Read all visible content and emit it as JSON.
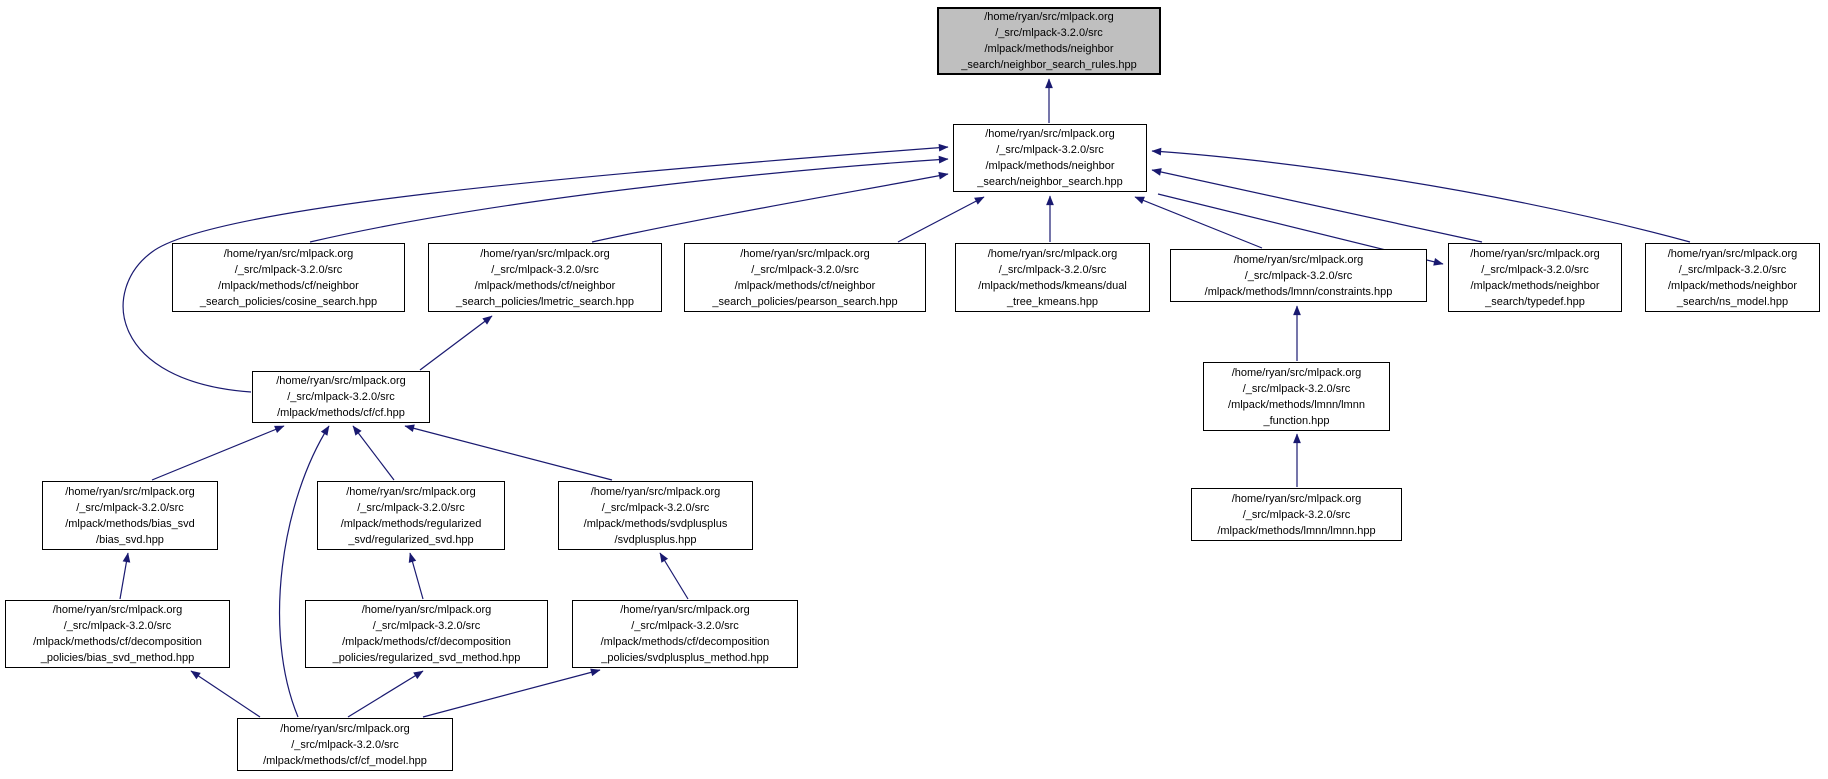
{
  "diagram": {
    "type": "include-dependency-graph",
    "edge_color": "#191970",
    "node_border_color": "#000000",
    "node_fill": "#ffffff",
    "highlighted_node_fill": "#bfbfbf",
    "background": "#ffffff"
  },
  "nodes": {
    "rules": {
      "lines": [
        "/home/ryan/src/mlpack.org",
        "/_src/mlpack-3.2.0/src",
        "/mlpack/methods/neighbor",
        "_search/neighbor_search_rules.hpp"
      ],
      "highlighted": true
    },
    "ns": {
      "lines": [
        "/home/ryan/src/mlpack.org",
        "/_src/mlpack-3.2.0/src",
        "/mlpack/methods/neighbor",
        "_search/neighbor_search.hpp"
      ]
    },
    "cosine": {
      "lines": [
        "/home/ryan/src/mlpack.org",
        "/_src/mlpack-3.2.0/src",
        "/mlpack/methods/cf/neighbor",
        "_search_policies/cosine_search.hpp"
      ]
    },
    "lmetric": {
      "lines": [
        "/home/ryan/src/mlpack.org",
        "/_src/mlpack-3.2.0/src",
        "/mlpack/methods/cf/neighbor",
        "_search_policies/lmetric_search.hpp"
      ]
    },
    "pearson": {
      "lines": [
        "/home/ryan/src/mlpack.org",
        "/_src/mlpack-3.2.0/src",
        "/mlpack/methods/cf/neighbor",
        "_search_policies/pearson_search.hpp"
      ]
    },
    "kmeans": {
      "lines": [
        "/home/ryan/src/mlpack.org",
        "/_src/mlpack-3.2.0/src",
        "/mlpack/methods/kmeans/dual",
        "_tree_kmeans.hpp"
      ]
    },
    "constraints": {
      "lines": [
        "/home/ryan/src/mlpack.org",
        "/_src/mlpack-3.2.0/src",
        "/mlpack/methods/lmnn/constraints.hpp"
      ]
    },
    "typedef": {
      "lines": [
        "/home/ryan/src/mlpack.org",
        "/_src/mlpack-3.2.0/src",
        "/mlpack/methods/neighbor",
        "_search/typedef.hpp"
      ]
    },
    "nsmodel": {
      "lines": [
        "/home/ryan/src/mlpack.org",
        "/_src/mlpack-3.2.0/src",
        "/mlpack/methods/neighbor",
        "_search/ns_model.hpp"
      ]
    },
    "cf": {
      "lines": [
        "/home/ryan/src/mlpack.org",
        "/_src/mlpack-3.2.0/src",
        "/mlpack/methods/cf/cf.hpp"
      ]
    },
    "lmnnfn": {
      "lines": [
        "/home/ryan/src/mlpack.org",
        "/_src/mlpack-3.2.0/src",
        "/mlpack/methods/lmnn/lmnn",
        "_function.hpp"
      ]
    },
    "lmnn": {
      "lines": [
        "/home/ryan/src/mlpack.org",
        "/_src/mlpack-3.2.0/src",
        "/mlpack/methods/lmnn/lmnn.hpp"
      ]
    },
    "biassvd": {
      "lines": [
        "/home/ryan/src/mlpack.org",
        "/_src/mlpack-3.2.0/src",
        "/mlpack/methods/bias_svd",
        "/bias_svd.hpp"
      ]
    },
    "regsvd": {
      "lines": [
        "/home/ryan/src/mlpack.org",
        "/_src/mlpack-3.2.0/src",
        "/mlpack/methods/regularized",
        "_svd/regularized_svd.hpp"
      ]
    },
    "svdpp": {
      "lines": [
        "/home/ryan/src/mlpack.org",
        "/_src/mlpack-3.2.0/src",
        "/mlpack/methods/svdplusplus",
        "/svdplusplus.hpp"
      ]
    },
    "biasmethod": {
      "lines": [
        "/home/ryan/src/mlpack.org",
        "/_src/mlpack-3.2.0/src",
        "/mlpack/methods/cf/decomposition",
        "_policies/bias_svd_method.hpp"
      ]
    },
    "regmethod": {
      "lines": [
        "/home/ryan/src/mlpack.org",
        "/_src/mlpack-3.2.0/src",
        "/mlpack/methods/cf/decomposition",
        "_policies/regularized_svd_method.hpp"
      ]
    },
    "svdppmethod": {
      "lines": [
        "/home/ryan/src/mlpack.org",
        "/_src/mlpack-3.2.0/src",
        "/mlpack/methods/cf/decomposition",
        "_policies/svdplusplus_method.hpp"
      ]
    },
    "cfmodel": {
      "lines": [
        "/home/ryan/src/mlpack.org",
        "/_src/mlpack-3.2.0/src",
        "/mlpack/methods/cf/cf_model.hpp"
      ]
    }
  },
  "edges": [
    {
      "from": "ns",
      "to": "rules"
    },
    {
      "from": "cosine",
      "to": "ns"
    },
    {
      "from": "lmetric",
      "to": "ns"
    },
    {
      "from": "pearson",
      "to": "ns"
    },
    {
      "from": "kmeans",
      "to": "ns"
    },
    {
      "from": "constraints",
      "to": "ns"
    },
    {
      "from": "typedef",
      "to": "ns"
    },
    {
      "from": "ns",
      "to": "typedef"
    },
    {
      "from": "nsmodel",
      "to": "ns"
    },
    {
      "from": "cf",
      "to": "ns"
    },
    {
      "from": "cf",
      "to": "lmetric"
    },
    {
      "from": "biassvd",
      "to": "cf"
    },
    {
      "from": "regsvd",
      "to": "cf"
    },
    {
      "from": "svdpp",
      "to": "cf"
    },
    {
      "from": "cfmodel",
      "to": "cf"
    },
    {
      "from": "biasmethod",
      "to": "biassvd"
    },
    {
      "from": "regmethod",
      "to": "regsvd"
    },
    {
      "from": "svdppmethod",
      "to": "svdpp"
    },
    {
      "from": "cfmodel",
      "to": "biasmethod"
    },
    {
      "from": "cfmodel",
      "to": "regmethod"
    },
    {
      "from": "cfmodel",
      "to": "svdppmethod"
    },
    {
      "from": "lmnnfn",
      "to": "constraints"
    },
    {
      "from": "lmnn",
      "to": "lmnnfn"
    }
  ]
}
